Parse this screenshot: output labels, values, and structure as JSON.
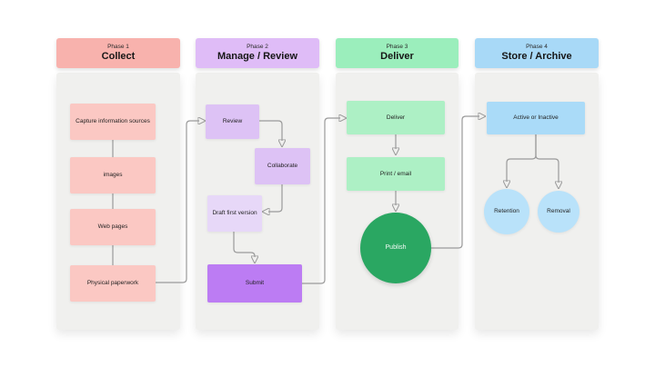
{
  "diagram": {
    "page_bg": "#ffffff",
    "panel_bg": "#f0f0ee",
    "connector_color": "#9a9a9a",
    "phases": [
      {
        "label": "Phase 1",
        "title": "Collect",
        "header_bg": "#f8b2ad",
        "node_bg": "#fbc8c3",
        "nodes": [
          "Capture information sources",
          "images",
          "Web pages",
          "Physical paperwork"
        ]
      },
      {
        "label": "Phase 2",
        "title": "Manage / Review",
        "header_bg": "#dfbcf7",
        "node_bg": "#ddc2f5",
        "accent_bg": "#bc7cf3",
        "nodes": [
          "Review",
          "Collaborate",
          "Draft first version",
          "Submit"
        ]
      },
      {
        "label": "Phase 3",
        "title": "Deliver",
        "header_bg": "#9beebc",
        "node_bg": "#adf0c5",
        "accent_bg": "#2aa762",
        "nodes": [
          "Deliver",
          "Print / email",
          "Publish"
        ]
      },
      {
        "label": "Phase 4",
        "title": "Store / Archive",
        "header_bg": "#a8d9f7",
        "node_bg": "#aadbf8",
        "circle_bg": "#b9e2fa",
        "nodes": [
          "Active or Inactive",
          "Retention",
          "Removal"
        ]
      }
    ]
  }
}
